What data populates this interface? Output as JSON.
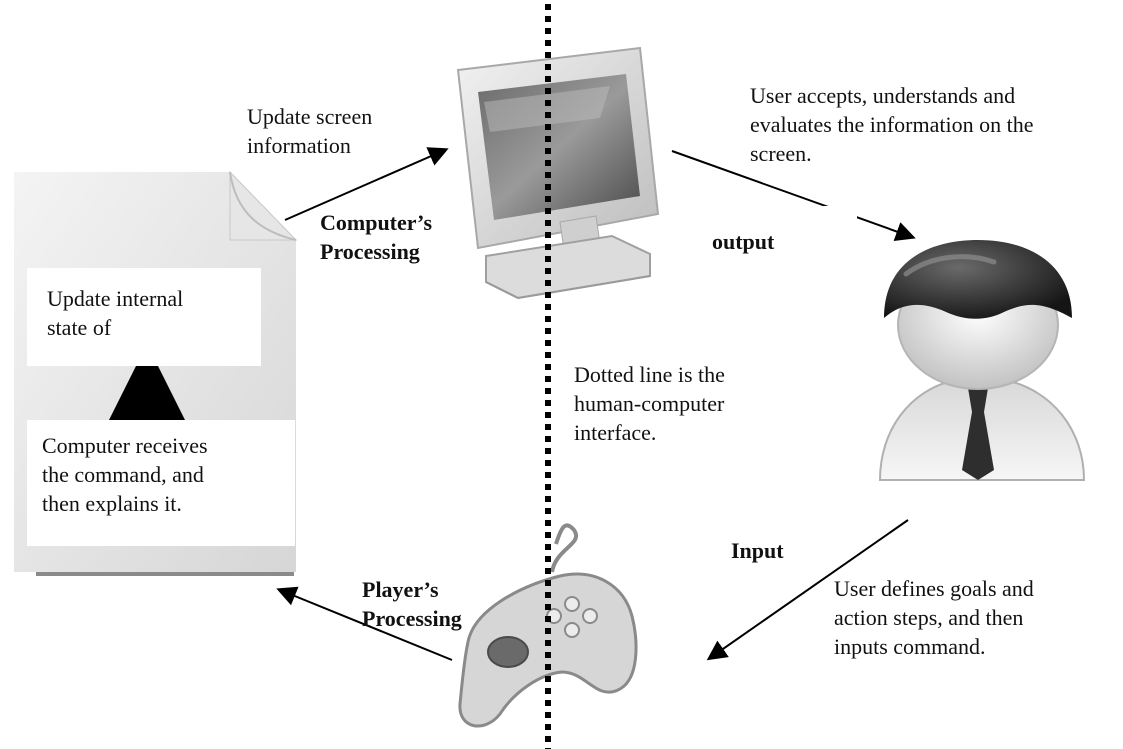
{
  "labels": {
    "update_screen": "Update screen\ninformation",
    "computers_processing": "Computer’s\nProcessing",
    "user_accepts": "User accepts, understands and\nevaluates the information on the\nscreen.",
    "output": "output",
    "update_internal": "Update internal\nstate of",
    "dotted_line_note": "Dotted line is the\nhuman-computer\ninterface.",
    "computer_receives": "Computer receives\nthe command, and\nthen explains it.",
    "input": "Input",
    "players_processing": "Player’s\nProcessing",
    "user_defines": "User defines goals and\naction steps, and then\ninputs command."
  },
  "icons": {
    "document": "document-icon",
    "monitor": "monitor-icon",
    "user": "user-icon",
    "gamepad": "gamepad-icon"
  },
  "colors": {
    "text": "#111111",
    "arrow": "#000000",
    "icon_dark": "#3a3a3a",
    "icon_light": "#e8e8e8"
  }
}
